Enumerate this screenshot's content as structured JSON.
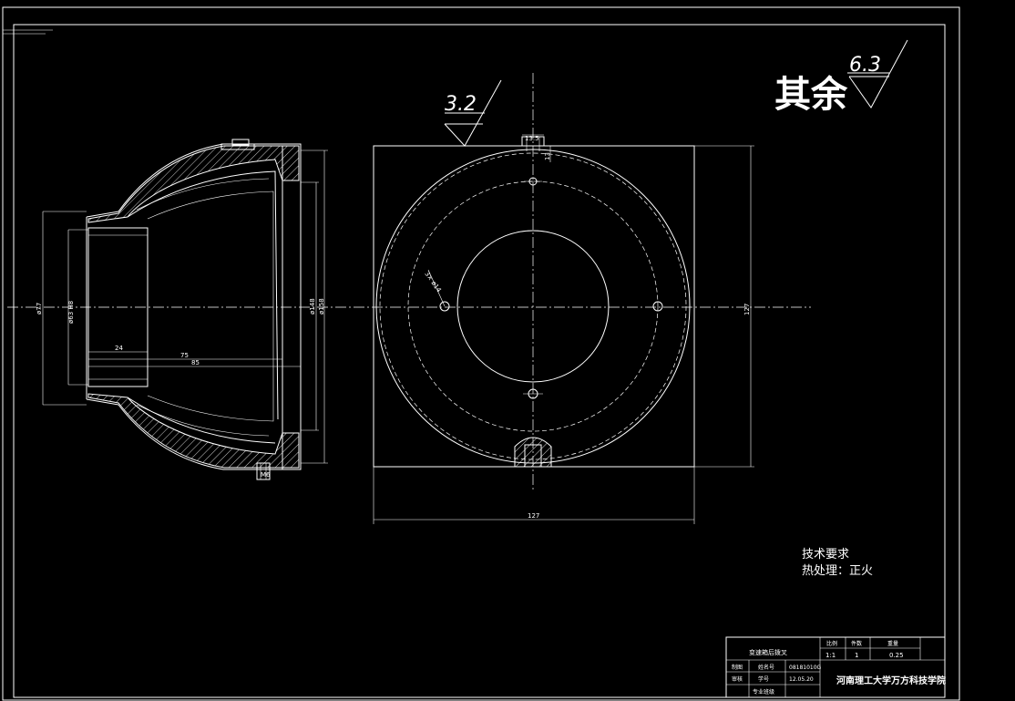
{
  "surface_roughness": {
    "default_label": "其余",
    "default_value": "6.3",
    "face_value": "3.2"
  },
  "dimensions": {
    "side_view": {
      "len_24": "24",
      "len_75": "75",
      "len_85": "85",
      "dia_outer_left": "ø77",
      "dia_bore_left": "ø63 H8",
      "dia_inner_right": "ø148",
      "dia_outer_right": "ø158",
      "bolt_hole": "M6"
    },
    "front_view": {
      "width": "127",
      "height": "127",
      "slot_width": "13.5",
      "slot_depth": "13",
      "holes": "3× ø14"
    }
  },
  "notes": {
    "heading": "技术要求",
    "heat_treatment": "热处理：正火"
  },
  "title_block": {
    "part_name": "变速箱后拨叉",
    "header_scale": "比例",
    "header_qty": "件数",
    "header_weight": "重量",
    "scale": "1:1",
    "quantity": "1",
    "weight": "0.25",
    "drawing_no": "08181010G",
    "date": "12.05.20",
    "role_draw": "制图",
    "role_check": "审核",
    "name_draw": "姓名号",
    "name_check": "学号",
    "name_extra": "专业班级",
    "school": "河南理工大学万方科技学院"
  }
}
